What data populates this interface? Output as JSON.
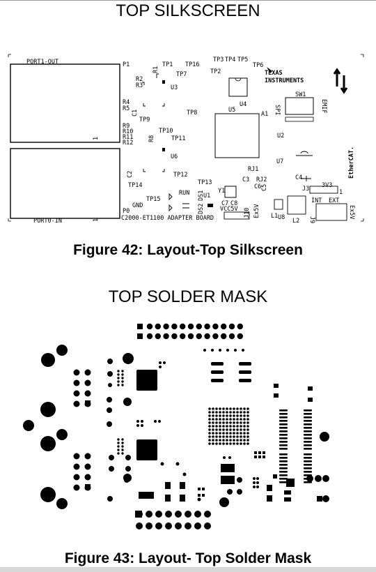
{
  "section1": {
    "heading": "TOP SILKSCREEN",
    "caption": "Figure 42: Layout-Top Silkscreen"
  },
  "section2": {
    "heading": "TOP SOLDER MASK",
    "caption": "Figure 43: Layout- Top Solder Mask"
  },
  "silkscreen": {
    "port1": "PORT1-OUT",
    "port0": "PORT0-IN",
    "board_name": "C2000-ET1100 ADAPTER BOARD",
    "ti_logo_line1": "TEXAS",
    "ti_logo_line2": "INSTRUMENTS",
    "ethercat_logo": "EtherCAT.",
    "pin1_mark": "1",
    "labels": {
      "p1": "P1",
      "p0": "P0",
      "r1": "R1",
      "r2": "R2",
      "r3": "R3",
      "r4": "R4",
      "r5": "R5",
      "r8": "R8",
      "r9": "R9",
      "r10": "R10",
      "r11": "R11",
      "r12": "R12",
      "c1": "C1",
      "c2": "C2",
      "c3": "C3",
      "c4": "C4",
      "c5": "C5",
      "c6": "C6",
      "c7": "C7",
      "c8": "C8",
      "tp1": "TP1",
      "tp2": "TP2",
      "tp3": "TP3",
      "tp4": "TP4",
      "tp5": "TP5",
      "tp6": "TP6",
      "tp7": "TP7",
      "tp8": "TP8",
      "tp9": "TP9",
      "tp10": "TP10",
      "tp11": "TP11",
      "tp12": "TP12",
      "tp13": "TP13",
      "tp14": "TP14",
      "tp15": "TP15",
      "tp16": "TP16",
      "u1": "U1",
      "u2": "U2",
      "u3": "U3",
      "u4": "U4",
      "u5": "U5",
      "u6": "U6",
      "u7": "U7",
      "u8": "U8",
      "a1": "A1",
      "rj1": "RJ1",
      "rj2": "RJ2",
      "y1": "Y1",
      "l1": "L1",
      "l2": "L2",
      "j3": "J3",
      "j9": "J9",
      "j10": "J10",
      "sw1": "SW1",
      "spi": "SPI",
      "emif": "EMIF",
      "ds1": "DS1",
      "ds2": "DS2",
      "run": "RUN",
      "gnd": "GND",
      "vcc5v": "VCC5V",
      "ex5v_a": "Ex5V",
      "ex5v_b": "Ex5V",
      "v3v3": "3V3",
      "int": "INT",
      "ext": "EXT",
      "one": "1"
    }
  }
}
